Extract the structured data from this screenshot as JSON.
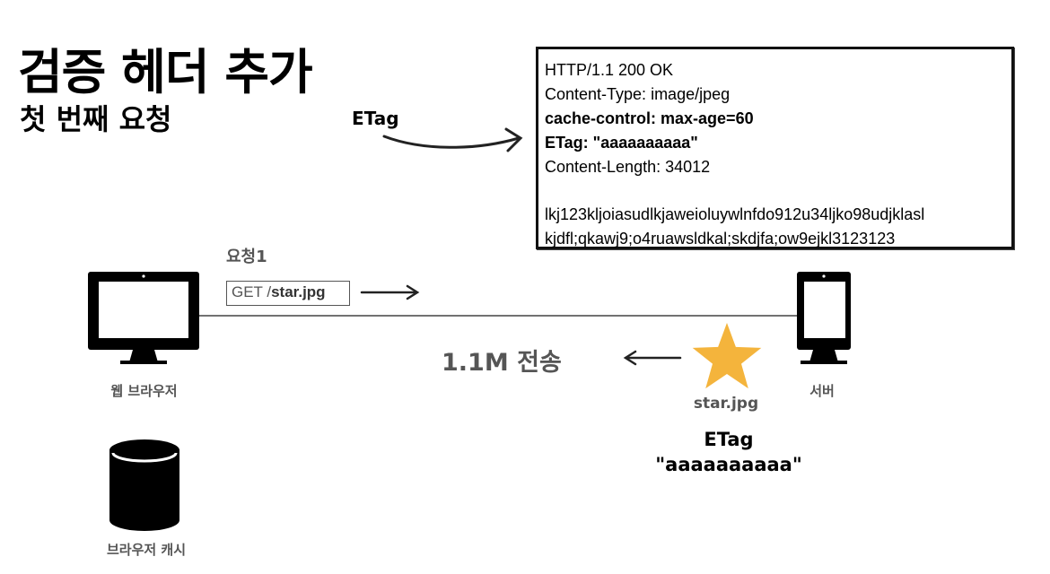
{
  "title": "검증 헤더 추가",
  "subtitle": "첫 번째 요청",
  "etag_arrow_label": "ETag",
  "response": {
    "status_line": "HTTP/1.1 200 OK",
    "content_type": "Content-Type: image/jpeg",
    "cache_control": "cache-control: max-age=60",
    "etag": "ETag: \"aaaaaaaaaa\"",
    "content_length": "Content-Length: 34012",
    "body_line1": "lkj123kljoiasudlkjaweioluywlnfdo912u34ljko98udjklasl",
    "body_line2": "kjdfl;qkawj9;o4ruawsldkal;skdjfa;ow9ejkl3123123"
  },
  "request": {
    "label": "요청1",
    "method": "GET /",
    "path": "star.jpg"
  },
  "transfer_label": "1.1M 전송",
  "browser_label": "웹 브라우저",
  "server_label": "서버",
  "cache_label": "브라우저 캐시",
  "resource_label": "star.jpg",
  "server_etag": {
    "label": "ETag",
    "value": "\"aaaaaaaaaa\""
  },
  "colors": {
    "star": "#F4B43C",
    "text_gray": "#555555",
    "icon": "#000000"
  }
}
